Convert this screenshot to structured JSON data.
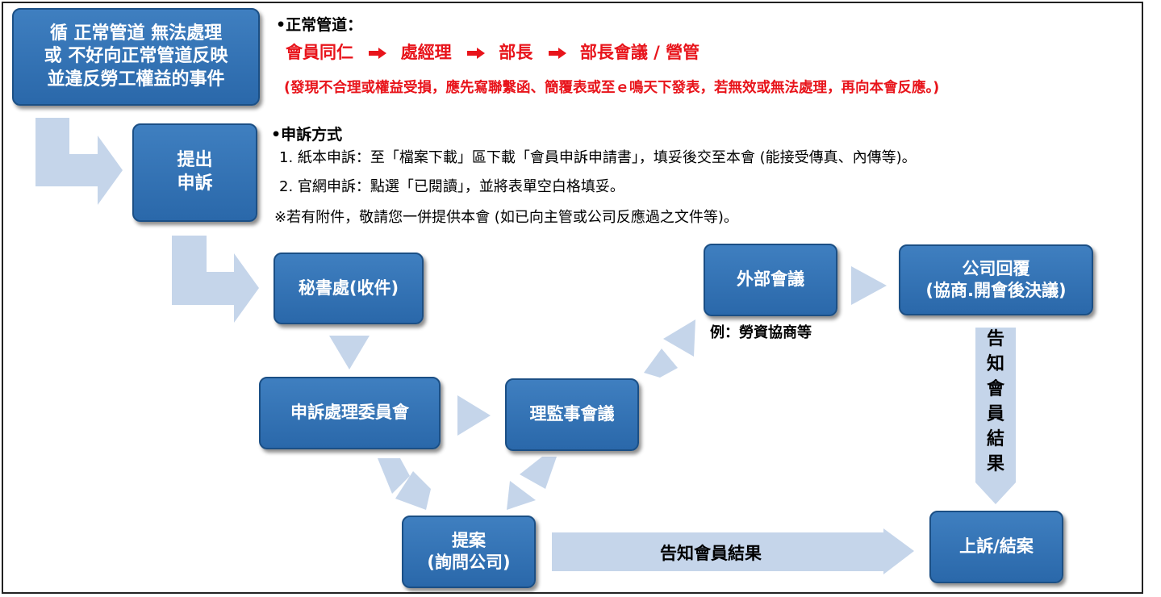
{
  "boxes": {
    "start": "循 正常管道 無法處理\n或 不好向正常管道反映\n並違反勞工權益的事件",
    "submit": "提出\n申訴",
    "secretariat": "秘書處(收件)",
    "committee": "申訴處理委員會",
    "board": "理監事會議",
    "external": "外部會議",
    "company_reply": "公司回覆\n(協商.開會後決議)",
    "proposal": "提案\n(詢問公司)",
    "appeal": "上訴/結案"
  },
  "normal_channel": {
    "heading": "•正常管道：",
    "steps": [
      "會員同仁",
      "處經理",
      "部長",
      "部長會議 / 營管"
    ],
    "note": "(發現不合理或權益受損，應先寫聯繫函、簡覆表或至ｅ鳴天下發表，若無效或無法處理，再向本會反應。)"
  },
  "complaint_method": {
    "heading": "•申訴方式",
    "items": [
      "1. 紙本申訴：至「檔案下載」區下載「會員申訴申請書」，填妥後交至本會 (能接受傳真、內傳等)。",
      "2. 官網申訴：點選「已閱讀」，並將表單空白格填妥。"
    ],
    "note": "※若有附件，敬請您一併提供本會 (如已向主管或公司反應過之文件等)。"
  },
  "labels": {
    "external_example": "例：勞資協商等",
    "notify_vertical": "告知會員結果",
    "notify_horizontal": "告知會員結果"
  },
  "colors": {
    "box": "#2e6fb0",
    "arrow": "#c5d5ea",
    "accent_red": "#e8141b"
  }
}
